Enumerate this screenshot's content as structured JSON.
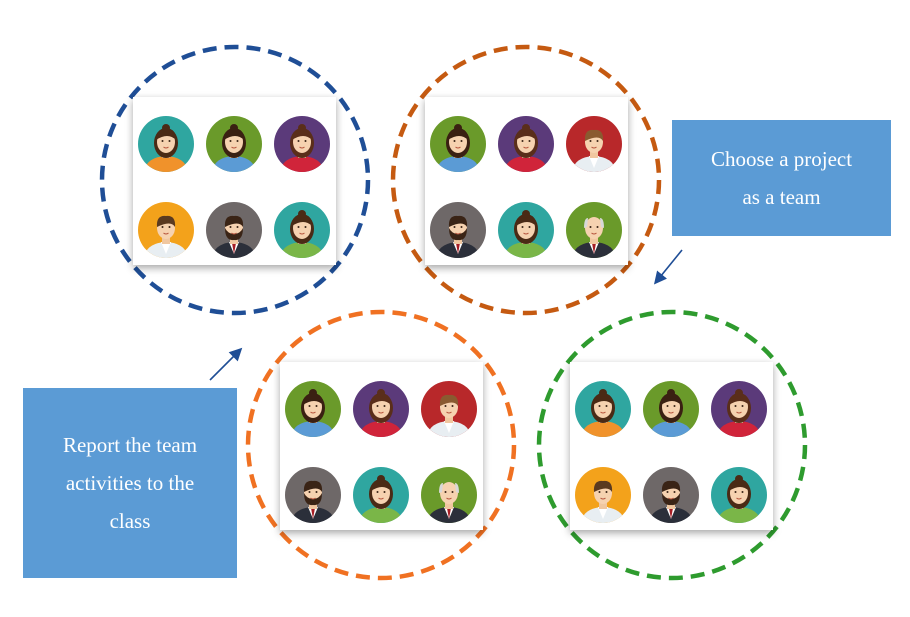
{
  "callouts": {
    "choose_project": "Choose a project\nas a team",
    "report": "Report the team\nactivities to the\nclass"
  },
  "colors": {
    "callout_fill": "#5b9bd5",
    "circle_blue": "#1f4e96",
    "circle_brown": "#c55a11",
    "circle_orange": "#f07122",
    "circle_green": "#2e9b2e",
    "arrow": "#1f4e96"
  },
  "teams": [
    {
      "name": "team-blue",
      "ring": "#1f4e96",
      "avatars": [
        {
          "bg": "#2fa6a0",
          "hair": "#4a2a15",
          "shirt": "#f0922b",
          "gender": "f"
        },
        {
          "bg": "#6a9a2a",
          "hair": "#3a2012",
          "shirt": "#5b9bd5",
          "gender": "f"
        },
        {
          "bg": "#5b3a7a",
          "hair": "#5a2e1a",
          "shirt": "#d0243a",
          "gender": "f"
        },
        {
          "bg": "#f3a21b",
          "hair": "#5a3a20",
          "shirt": "#e8eef2",
          "gender": "m"
        },
        {
          "bg": "#6e6868",
          "hair": "#3a2416",
          "shirt": "#2b2f3a",
          "gender": "mb"
        },
        {
          "bg": "#2fa6a0",
          "hair": "#4a2a15",
          "shirt": "#7ab648",
          "gender": "f"
        }
      ]
    },
    {
      "name": "team-brown",
      "ring": "#c55a11",
      "avatars": [
        {
          "bg": "#6a9a2a",
          "hair": "#3a2012",
          "shirt": "#5b9bd5",
          "gender": "f"
        },
        {
          "bg": "#5b3a7a",
          "hair": "#5a2e1a",
          "shirt": "#d0243a",
          "gender": "f"
        },
        {
          "bg": "#b8282a",
          "hair": "#8a5a30",
          "shirt": "#e8eef2",
          "gender": "m"
        },
        {
          "bg": "#6e6868",
          "hair": "#3a2416",
          "shirt": "#2b2f3a",
          "gender": "mb"
        },
        {
          "bg": "#2fa6a0",
          "hair": "#4a2a15",
          "shirt": "#7ab648",
          "gender": "f"
        },
        {
          "bg": "#6a9a2a",
          "hair": "#d8d8d8",
          "shirt": "#2b2f3a",
          "gender": "old"
        }
      ]
    },
    {
      "name": "team-orange",
      "ring": "#f07122",
      "avatars": [
        {
          "bg": "#6a9a2a",
          "hair": "#3a2012",
          "shirt": "#5b9bd5",
          "gender": "f"
        },
        {
          "bg": "#5b3a7a",
          "hair": "#5a2e1a",
          "shirt": "#d0243a",
          "gender": "f"
        },
        {
          "bg": "#b8282a",
          "hair": "#8a5a30",
          "shirt": "#e8eef2",
          "gender": "m"
        },
        {
          "bg": "#6e6868",
          "hair": "#3a2416",
          "shirt": "#2b2f3a",
          "gender": "mb"
        },
        {
          "bg": "#2fa6a0",
          "hair": "#4a2a15",
          "shirt": "#7ab648",
          "gender": "f"
        },
        {
          "bg": "#6a9a2a",
          "hair": "#d8d8d8",
          "shirt": "#2b2f3a",
          "gender": "old"
        }
      ]
    },
    {
      "name": "team-green",
      "ring": "#2e9b2e",
      "avatars": [
        {
          "bg": "#2fa6a0",
          "hair": "#4a2a15",
          "shirt": "#f0922b",
          "gender": "f"
        },
        {
          "bg": "#6a9a2a",
          "hair": "#3a2012",
          "shirt": "#5b9bd5",
          "gender": "f"
        },
        {
          "bg": "#5b3a7a",
          "hair": "#5a2e1a",
          "shirt": "#d0243a",
          "gender": "f"
        },
        {
          "bg": "#f3a21b",
          "hair": "#5a3a20",
          "shirt": "#e8eef2",
          "gender": "m"
        },
        {
          "bg": "#6e6868",
          "hair": "#3a2416",
          "shirt": "#2b2f3a",
          "gender": "mb"
        },
        {
          "bg": "#2fa6a0",
          "hair": "#4a2a15",
          "shirt": "#7ab648",
          "gender": "f"
        }
      ]
    }
  ]
}
